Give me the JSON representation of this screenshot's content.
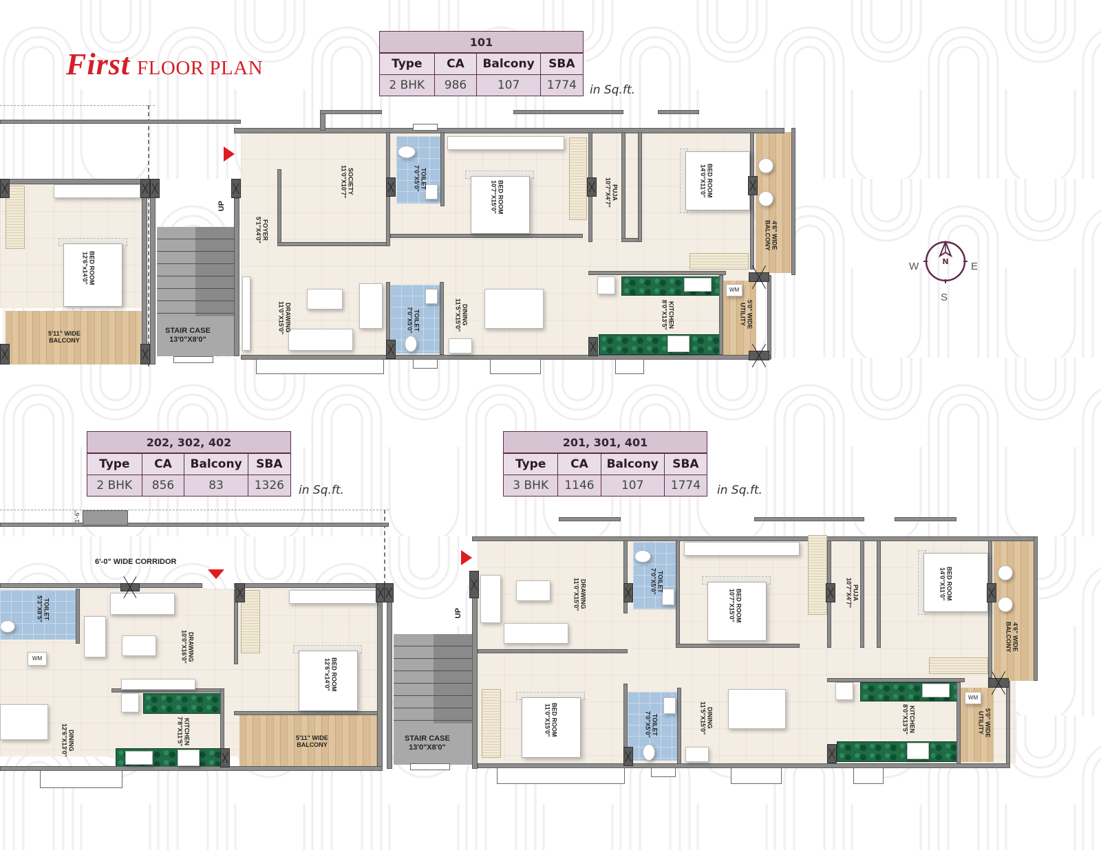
{
  "page": {
    "title_script": "First",
    "title_rest": "FLOOR PLAN",
    "unit_note": "in Sq.ft."
  },
  "colors": {
    "title_red": "#d42029",
    "table_purple": "#5e2a4c",
    "table_header_bg": "#d7c4d3",
    "entry_arrow_red": "#e01b22",
    "wall_gray": "#8d8d8d",
    "granite_green": "#1e6b46",
    "compass_purple": "#5e2a4c"
  },
  "area_tables": [
    {
      "units": "101",
      "headers": [
        "Type",
        "CA",
        "Balcony",
        "SBA"
      ],
      "values": [
        "2 BHK",
        "986",
        "107",
        "1774"
      ],
      "note": "in Sq.ft."
    },
    {
      "units": "202, 302, 402",
      "headers": [
        "Type",
        "CA",
        "Balcony",
        "SBA"
      ],
      "values": [
        "2 BHK",
        "856",
        "83",
        "1326"
      ],
      "note": "in Sq.ft."
    },
    {
      "units": "201, 301, 401",
      "headers": [
        "Type",
        "CA",
        "Balcony",
        "SBA"
      ],
      "values": [
        "3 BHK",
        "1146",
        "107",
        "1774"
      ],
      "note": "in Sq.ft."
    }
  ],
  "compass": {
    "north": "N",
    "south": "S",
    "east": "E",
    "west": "W"
  },
  "plan_top": {
    "rooms": {
      "left_bedroom": {
        "name": "BED ROOM",
        "size": "12'6\"x14'0\""
      },
      "left_balcony": {
        "name": "5'11\" WIDE",
        "name2": "BALCONY"
      },
      "staircase": {
        "name": "STAIR CASE",
        "size": "13'0\"X8'0\""
      },
      "stair_up": "UP",
      "foyer": {
        "name": "FOYER",
        "size": "5'1\"X4'0\""
      },
      "society": {
        "name": "SOCIETY",
        "size": "11'0\"X10'7\""
      },
      "toilet_1": {
        "name": "TOILET",
        "size": "7'0\"X5'0\""
      },
      "bedroom_1": {
        "name": "BED ROOM",
        "size": "10'7\"X15'0\""
      },
      "puja": {
        "name": "PUJA",
        "size": "10'7\"X4'7\""
      },
      "bedroom_2": {
        "name": "BED ROOM",
        "size": "14'0\"X11'0\""
      },
      "balcony_e": {
        "name": "4'6\" WIDE",
        "name2": "BALCONY"
      },
      "drawing": {
        "name": "DRAWING",
        "size": "11'0\"X15'0\""
      },
      "toilet_2": {
        "name": "TOILET",
        "size": "7'0\"X5'0\""
      },
      "dining": {
        "name": "DINING",
        "size": "11'5\"X15'0\""
      },
      "kitchen": {
        "name": "KITCHEN",
        "size": "8'0\"X13'5\""
      },
      "utility": {
        "name": "5'0\" WIDE",
        "name2": "UTILITY"
      },
      "wm": "WM"
    }
  },
  "plan_bottom": {
    "rooms": {
      "corridor": "6'-0\"  WIDE CORRIDOR",
      "corridor_dim": "1'-6\"",
      "toilet_l": {
        "name": "TOILET",
        "size": "5'3\"X8'5\""
      },
      "wm_l": "WM",
      "drawing_l": {
        "name": "DRAWING",
        "size": "10'0\"X16'0\""
      },
      "dining_l": {
        "name": "DINING",
        "size": "12'6\"X13'0\""
      },
      "kitchen_l": {
        "name": "KITCHEN",
        "size": "7'8\"X11'5\""
      },
      "bedroom_l": {
        "name": "BED ROOM",
        "size": "12'6\"x14'0\""
      },
      "balcony_l": {
        "name": "5'11\" WIDE",
        "name2": "BALCONY"
      },
      "staircase": {
        "name": "STAIR CASE",
        "size": "13'0\"X8'0\""
      },
      "stair_up": "UP",
      "drawing_r": {
        "name": "DRAWING",
        "size": "11'0\"X15'0\""
      },
      "toilet_r1": {
        "name": "TOILET",
        "size": "7'0\"X5'0\""
      },
      "bedroom_r1": {
        "name": "BED ROOM",
        "size": "10'7\"X15'0\""
      },
      "puja_r": {
        "name": "PUJA",
        "size": "10'7\"X4'7\""
      },
      "bedroom_r2": {
        "name": "BED ROOM",
        "size": "14'0\"X11'0\""
      },
      "balcony_r": {
        "name": "4'6\" WIDE",
        "name2": "BALCONY"
      },
      "bedroom_r3": {
        "name": "BED ROOM",
        "size": "11'0\"X15'0\""
      },
      "toilet_r2": {
        "name": "TOILET",
        "size": "7'0\"X5'0\""
      },
      "dining_r": {
        "name": "DINING",
        "size": "11'5\"X15'0\""
      },
      "kitchen_r": {
        "name": "KITCHEN",
        "size": "8'0\"X13'5\""
      },
      "utility_r": {
        "name": "5'0\" WIDE",
        "name2": "UTILITY"
      },
      "wm_r": "WM"
    }
  }
}
